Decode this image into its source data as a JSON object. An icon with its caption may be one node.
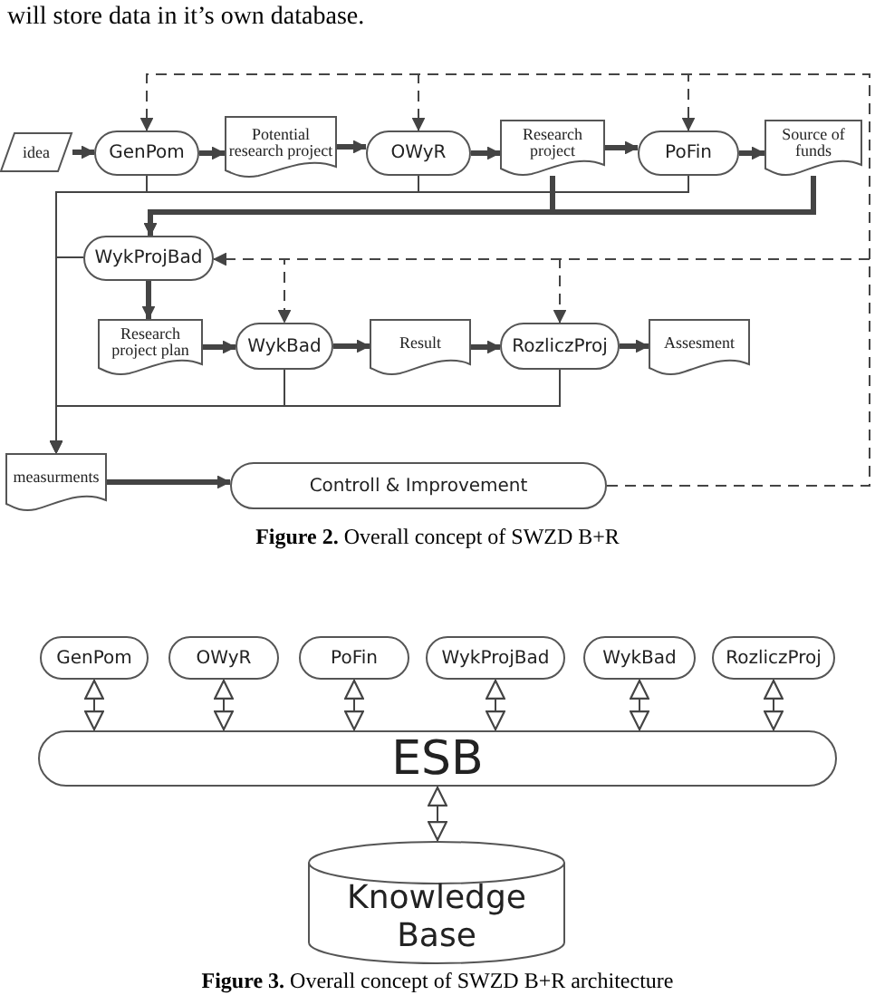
{
  "diagram": {
    "nodes": [
      {
        "text": [
          "idea"
        ]
      },
      {
        "text": [
          "GenPom"
        ]
      },
      {
        "text": [
          "Potential research project"
        ]
      },
      {
        "text": [
          "OWyR"
        ]
      },
      {
        "text": [
          "Research project"
        ]
      },
      {
        "text": [
          "PoFin"
        ]
      },
      {
        "text": [
          "Source of funds"
        ]
      },
      {
        "text": [
          "WykProjBad"
        ]
      },
      {
        "text": [
          "Research project plan"
        ]
      },
      {
        "text": [
          "WykBad"
        ]
      },
      {
        "text": [
          "Result"
        ]
      },
      {
        "text": [
          "RozliczProj"
        ]
      },
      {
        "text": [
          "Assesment"
        ]
      },
      {
        "text": [
          "measurments"
        ]
      },
      {
        "text": [
          "Controll & Improvement"
        ]
      },
      {
        "text": [
          "GenPom"
        ]
      },
      {
        "text": [
          "OWyR"
        ]
      },
      {
        "text": [
          "PoFin"
        ]
      },
      {
        "text": [
          "WykProjBad"
        ]
      },
      {
        "text": [
          "WykBad"
        ]
      },
      {
        "text": [
          "RozliczProj"
        ]
      },
      {
        "text": [
          "ESB"
        ]
      },
      {
        "text": [
          "Knowledge Base"
        ]
      }
    ],
    "edges": [
      {
        "from": 0,
        "to": 1,
        "arrow": "to",
        "style": "thick"
      },
      {
        "from": 1,
        "to": 2,
        "arrow": "to",
        "style": "thick"
      },
      {
        "from": 2,
        "to": 3,
        "arrow": "to",
        "style": "thick"
      },
      {
        "from": 3,
        "to": 4,
        "arrow": "to",
        "style": "thick"
      },
      {
        "from": 4,
        "to": 5,
        "arrow": "to",
        "style": "thick"
      },
      {
        "from": 5,
        "to": 6,
        "arrow": "to",
        "style": "thick"
      },
      {
        "from": 4,
        "to": 7,
        "arrow": "to",
        "style": "thick"
      },
      {
        "from": 6,
        "to": 7,
        "arrow": "to",
        "style": "thick"
      },
      {
        "from": 7,
        "to": 8,
        "arrow": "to",
        "style": "thick"
      },
      {
        "from": 8,
        "to": 9,
        "arrow": "to",
        "style": "thick"
      },
      {
        "from": 9,
        "to": 10,
        "arrow": "to",
        "style": "thick"
      },
      {
        "from": 10,
        "to": 11,
        "arrow": "to",
        "style": "thick"
      },
      {
        "from": 11,
        "to": 12,
        "arrow": "to",
        "style": "thick"
      },
      {
        "from": 1,
        "to": 13,
        "arrow": "to"
      },
      {
        "from": 3,
        "to": 13,
        "arrow": "to"
      },
      {
        "from": 5,
        "to": 13,
        "arrow": "to"
      },
      {
        "from": 7,
        "to": 13,
        "arrow": "to"
      },
      {
        "from": 9,
        "to": 13,
        "arrow": "to"
      },
      {
        "from": 11,
        "to": 13,
        "arrow": "to"
      },
      {
        "from": 13,
        "to": 14,
        "arrow": "to",
        "style": "thick"
      },
      {
        "from": 14,
        "to": 1,
        "arrow": "to",
        "style": "dashed"
      },
      {
        "from": 14,
        "to": 3,
        "arrow": "to",
        "style": "dashed"
      },
      {
        "from": 14,
        "to": 5,
        "arrow": "to",
        "style": "dashed"
      },
      {
        "from": 14,
        "to": 7,
        "arrow": "to",
        "style": "dashed"
      },
      {
        "from": 14,
        "to": 9,
        "arrow": "to",
        "style": "dashed"
      },
      {
        "from": 14,
        "to": 11,
        "arrow": "to",
        "style": "dashed"
      },
      {
        "from": 15,
        "to": 21,
        "arrow": "both"
      },
      {
        "from": 16,
        "to": 21,
        "arrow": "both"
      },
      {
        "from": 17,
        "to": 21,
        "arrow": "both"
      },
      {
        "from": 18,
        "to": 21,
        "arrow": "both"
      },
      {
        "from": 19,
        "to": 21,
        "arrow": "both"
      },
      {
        "from": 20,
        "to": 21,
        "arrow": "both"
      },
      {
        "from": 21,
        "to": 22,
        "arrow": "both"
      }
    ],
    "labels": [
      "will store data in it’s own database.",
      "**Figure 2.**  Overall concept of SWZD B+R",
      "**Figure 3.**  Overall concept of SWZD B+R architecture"
    ]
  }
}
